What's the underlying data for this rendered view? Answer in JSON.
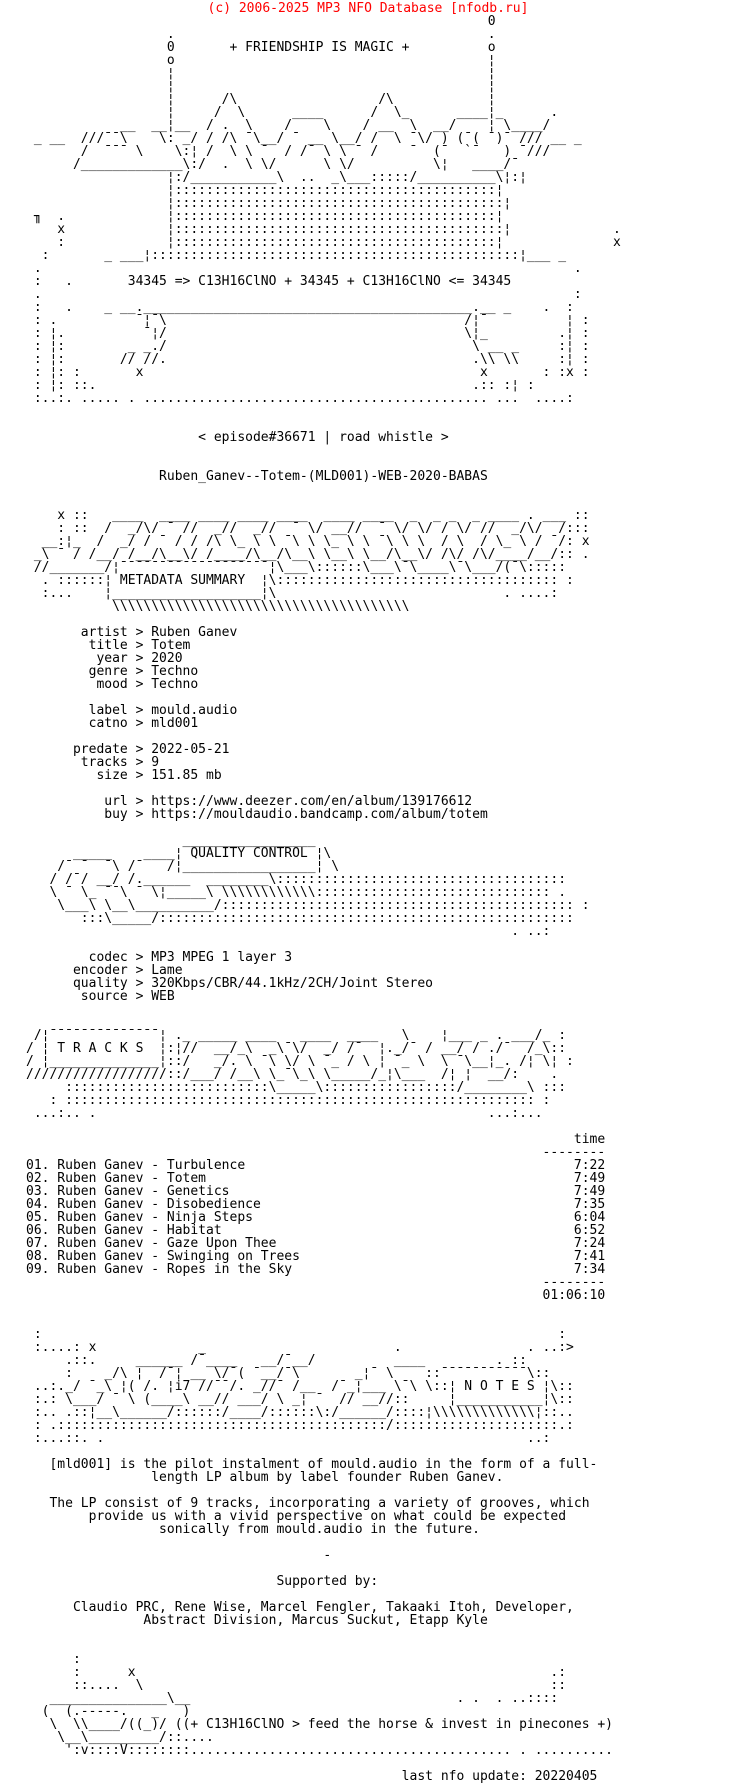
{
  "notice": {
    "text": "(c) 2006-2025 MP3 NFO Database [nfodb.ru]",
    "color": "#ff0000"
  },
  "colors": {
    "background": "#ffffff",
    "text": "#000000",
    "notice": "#ff0000"
  },
  "release": {
    "slogan": "+ FRIENDSHIP IS MAGIC +",
    "chemistry": "34345 => C13H16ClNO + 34345 + C13H16ClNO <= 34345",
    "episode": "< episode#36671 | road whistle >",
    "scene_name": "Ruben_Ganev--Totem-(MLD001)-WEB-2020-BABAS",
    "episode_lines": [
      "                      < episode#36671 | road whistle >"
    ],
    "name_lines": [
      "                 Ruben_Ganev--Totem-(MLD001)-WEB-2020-BABAS"
    ]
  },
  "metadata": {
    "heading": "METADATA SUMMARY",
    "fields": [
      {
        "key": "artist",
        "value": "Ruben Ganev"
      },
      {
        "key": "title",
        "value": "Totem"
      },
      {
        "key": "year",
        "value": "2020"
      },
      {
        "key": "genre",
        "value": "Techno"
      },
      {
        "key": "mood",
        "value": "Techno"
      },
      {
        "key": "label",
        "value": "mould.audio"
      },
      {
        "key": "catno",
        "value": "mld001"
      },
      {
        "key": "predate",
        "value": "2022-05-21"
      },
      {
        "key": "tracks",
        "value": "9"
      },
      {
        "key": "size",
        "value": "151.85 mb"
      },
      {
        "key": "url",
        "value": "https://www.deezer.com/en/album/139176612"
      },
      {
        "key": "buy",
        "value": "https://mouldaudio.bandcamp.com/album/totem"
      }
    ],
    "lines": [
      "       artist > Ruben Ganev",
      "        title > Totem",
      "         year > 2020",
      "        genre > Techno",
      "         mood > Techno",
      "",
      "        label > mould.audio",
      "        catno > mld001",
      "",
      "      predate > 2022-05-21",
      "       tracks > 9",
      "         size > 151.85 mb",
      "",
      "          url > https://www.deezer.com/en/album/139176612",
      "          buy > https://mouldaudio.bandcamp.com/album/totem"
    ]
  },
  "quality": {
    "heading": "QUALITY CONTROL",
    "fields": [
      {
        "key": "codec",
        "value": "MP3 MPEG 1 layer 3"
      },
      {
        "key": "encoder",
        "value": "Lame"
      },
      {
        "key": "quality",
        "value": "320Kbps/CBR/44.1kHz/2CH/Joint Stereo"
      },
      {
        "key": "source",
        "value": "WEB"
      }
    ],
    "lines": [
      "        codec > MP3 MPEG 1 layer 3",
      "      encoder > Lame",
      "      quality > 320Kbps/CBR/44.1kHz/2CH/Joint Stereo",
      "       source > WEB"
    ]
  },
  "tracks": {
    "heading": "T R A C K S",
    "time_header": "time",
    "total": "01:06:10",
    "items": [
      {
        "num": "01.",
        "artist": "Ruben Ganev",
        "title": "Turbulence",
        "duration": "7:22"
      },
      {
        "num": "02.",
        "artist": "Ruben Ganev",
        "title": "Totem",
        "duration": "7:49"
      },
      {
        "num": "03.",
        "artist": "Ruben Ganev",
        "title": "Genetics",
        "duration": "7:49"
      },
      {
        "num": "04.",
        "artist": "Ruben Ganev",
        "title": "Disobedience",
        "duration": "7:35"
      },
      {
        "num": "05.",
        "artist": "Ruben Ganev",
        "title": "Ninja Steps",
        "duration": "6:04"
      },
      {
        "num": "06.",
        "artist": "Ruben Ganev",
        "title": "Habitat",
        "duration": "6:52"
      },
      {
        "num": "07.",
        "artist": "Ruben Ganev",
        "title": "Gaze Upon Thee",
        "duration": "7:24"
      },
      {
        "num": "08.",
        "artist": "Ruben Ganev",
        "title": "Swinging on Trees",
        "duration": "7:41"
      },
      {
        "num": "09.",
        "artist": "Ruben Ganev",
        "title": "Ropes in the Sky",
        "duration": "7:34"
      }
    ],
    "lines": [
      "                                                                      time",
      "                                                                  --------",
      "01. Ruben Ganev - Turbulence                                          7:22",
      "02. Ruben Ganev - Totem                                               7:49",
      "03. Ruben Ganev - Genetics                                            7:49",
      "04. Ruben Ganev - Disobedience                                        7:35",
      "05. Ruben Ganev - Ninja Steps                                         6:04",
      "06. Ruben Ganev - Habitat                                             6:52",
      "07. Ruben Ganev - Gaze Upon Thee                                      7:24",
      "08. Ruben Ganev - Swinging on Trees                                   7:41",
      "09. Ruben Ganev - Ropes in the Sky                                    7:34",
      "                                                                  --------",
      "                                                                  01:06:10"
    ]
  },
  "notes": {
    "heading": "N O T E S",
    "paragraphs": [
      "[mld001] is the pilot instalment of mould.audio in the form of a full-length LP album by label founder Ruben Ganev.",
      "The LP consist of 9 tracks, incorporating a variety of grooves, which provide us with a vivid perspective on what could be expected sonically from mould.audio in the future."
    ],
    "supported_by_label": "Supported by:",
    "supported_by": "Claudio PRC, Rene Wise, Marcel Fengler, Takaaki Itoh, Developer, Abstract Division, Marcus Suckut, Etapp Kyle",
    "lines": [
      "   [mld001] is the pilot instalment of mould.audio in the form of a full-",
      "                length LP album by label founder Ruben Ganev.",
      "",
      "   The LP consist of 9 tracks, incorporating a variety of grooves, which",
      "        provide us with a vivid perspective on what could be expected",
      "                 sonically from mould.audio in the future.",
      "",
      "                                      -",
      "",
      "                                Supported by:",
      "",
      "      Claudio PRC, Rene Wise, Marcel Fengler, Takaaki Itoh, Developer,",
      "               Abstract Division, Marcus Suckut, Etapp Kyle"
    ]
  },
  "footer": {
    "horse_message": "((+ C13H16ClNO > feed the horse & invest in pinecones +)",
    "last_update": "last nfo update: 20220405",
    "lines": [
      "      :",
      "      :      x                                                     .:",
      "      ::....  \\                                                    ::",
      "   _______________\\__                                  . .  . ..::::",
      "  (  (.-----.   _   )",
      "   \\  \\\\____/((_)/ ((+ C13H16ClNO > feed the horse & invest in pinecones +)",
      "    \\__\\_________/::....",
      "     ':v::::V::::::::......................................... . ..........",
      "",
      "                                                last nfo update: 20220405"
    ]
  },
  "ascii": {
    "masthead": [
      "                                                           0",
      "                  .                                        .",
      "                  0       + FRIENDSHIP IS MAGIC +          o",
      "                  o                                        ¦",
      "                  ¦                                        ¦",
      "                  ¦                                        ¦",
      "                  ¦      /\\                  /\\            ¦",
      "                  ¦     /  \\      ____      /  \\_      ____¦_      .",
      "            __  __¦__  / .  \\    /    \\    / __  \\  __/    ¦ \\____/",
      " _ __  ///¯¯\\    \\: _/ / /\\ ¯\\__/ ¯ __ \\__/ /  \\ ¯\\/ ) (¯( ¯)¯ /// __ _",
      "       /  ¯¯¯ \\    \\:¦ /  \\ \\ ¯  / /¯ \\ \\ ¯ /    ¯  (¯  `¯   ) ¯///",
      "      /_____________\\:/  .  \\ \\/      \\ \\/          \\¦   ____/¯",
      "                  ¦:/___________\\  ..  _\\___:::::/__________\\¦:¦",
      "                  ¦:::::::::::::::::::::::::::::::::::::::::¦",
      "                  ¦::::::::::::::::::::::::::::::::::::::::::¦",
      " ╖  .             ¦:::::::::::::::::::::::::::::::::::::::::¦",
      "    x             ¦::::::::::::::::::::::::::::::::::::::::::¦             .",
      "    :             ¦:::::::::::::::::::::::::::::::::::::::::¦              x",
      "  :       _ ___¦:::::::::::::::::::::::::::::::::::::::::::::::¦___ _"
    ],
    "bridge": [
      " .                                                                    .",
      " :   .       34345 => C13H16ClNO + 34345 + C13H16ClNO <= 34345",
      " .                                                                    :",
      " :   .    _ __.__________________________________________.__ _    .  :",
      " : .          ¯¦¯\\                                      /¦¯          ¦ :",
      " : ¦.          ¯¦/                                      \\¦_         .¦ :",
      " : ¦:        _ _./                                       \\ __ _     :¦ :",
      " : ¦:       // //.                                       .\\\\ \\\\     :¦ :",
      " : ¦: :       x                                           x       : :x :",
      " : ¦: ::.                                                .:: :¦ :",
      " :..:. ..... . ............................................ ...  ....:"
    ],
    "metadata_banner": [
      "    x ::   ____  ____ ____ ____ ____  ____ ____  _  _ _  _ ____ . ___ ::",
      "    : ::  /  _/\\/ ¯ //  _//  _//  ¯ \\/ __//  ¯ \\/ \\/ / \\/ //  _/\\/  /:::",
      "  __:¦_  /  _/ / ¯ / / /\\ \\_ \\ \\ ¯\\ \\ \\_ \\ \\ ¯\\ \\ \\  / \\  / \\_ \\ / ¯/: x",
      " _\\ ¯ / /__/ /__/\\__\\/ /____/\\__/\\__\\ \\__\\ \\__/\\__\\/ /\\/ /\\/____/__/:: .",
      " //_______/¦¯¯¯¯¯¯¯¯¯¯¯¯¯¯¯¯¯¯¯¦\\___\\::::::\\___\\¯\\____\\¯\\___/(¯\\:::::",
      "  . ::::::¦ METADATA SUMMARY  ¦\\:::::::::::::::::::::::::::::::::::: :",
      "  :...    ¦___________________¦\\                             . ....:",
      "           \\\\\\\\\\\\\\\\\\\\\\\\\\\\\\\\\\\\\\\\\\\\\\\\\\\\\\\\\\\\\\\\\\\\\\\\\\\\"
    ],
    "quality_banner": [
      "                    _________________",
      "      _____    ____¦ QUALITY CONTROL ¦\\",
      "    /¯ ¯  ¯\\ /¯   /¦_________________¦ \\",
      "   / /¯/ __/ /.______  ________\\:::::::::::::::::::::::::::::::::::::",
      "   \\ ¯ \\_ ¯¯\\ ¯ \\¦_____\\ \\\\\\\\\\\\\\\\\\\\\\\\:::::::::::::::::::::::::::::: .",
      "    \\___\\ \\__\\__________/::::::::::::::::::::::::::::::::::::::::::::: :",
      "       :::\\_____/:::::::::::::::::::::::::::::::::::::::::::::::::::::",
      "                                                              . ..:"
    ],
    "tracks_banner": [
      " /¦¯¯¯¯¯¯¯¯¯¯¯¯¯¯¦ ._ _____ ____   ____  ____   \\    ¦___ _ . ___/_ :",
      "/ ¦ T R A C K S  ¦:¦//  __/_\\  _\\¯\\/  _/ /¯  ¦._/¯ / __/ / ./¯  /_\\::",
      "/ ¦______________¦::/   _/. \\ ¯\\ \\/ \\ ¯_ / \\ ¦ ¯_ \\  \\ ¯\\__¦_. /¦ \\¦ :",
      "//////////////////::/___/ /__\\ \\_¯\\_\\ \\_____/_¦\\___  /¦ ¦  __/:    .",
      "     ::::::::::::::::::::::::::\\_____\\:::::::::::::::::/________\\ :::",
      "   : :::::::::::::::::::::::::::::::::::::::::::::::::::::::::::: :",
      " ...:.. .                                                  ...:..."
    ],
    "notes_banner": [
      " :                                                                  :",
      " :....: x             _                        .                . ..:>",
      "     .::.     ______ /¯____   __/¯__/          ____         . ::",
      "     :    _/\\ ¦  /¯¦ __ \\/¯( ¯__/¯\\       _¦¯ \\    ::¯¯¯¯¯¯¯¯¯¯¯\\::",
      " ..:._/ ¯_\\ ¦( /. ¦i7 //¯¯/. _//¯ /__  /¯_¦___ \\¯\\ \\::¦ N O T E S ¦\\::",
      " :.: \\___/ ¯ \\ (____\\ __// ___/ \\ _¦ ¯  // __//::     ¦___________¦\\::",
      " :.. .::¦__\\______/::::::/____/::::::\\:/______/::::¦\\\\\\\\\\\\\\\\\\\\\\\\\\¦::..",
      " : .::::::::::::::::::::::::::::::::::::::::::/:::::::::::::::::::::.:",
      " :...::. .                                                      ..:"
    ]
  }
}
